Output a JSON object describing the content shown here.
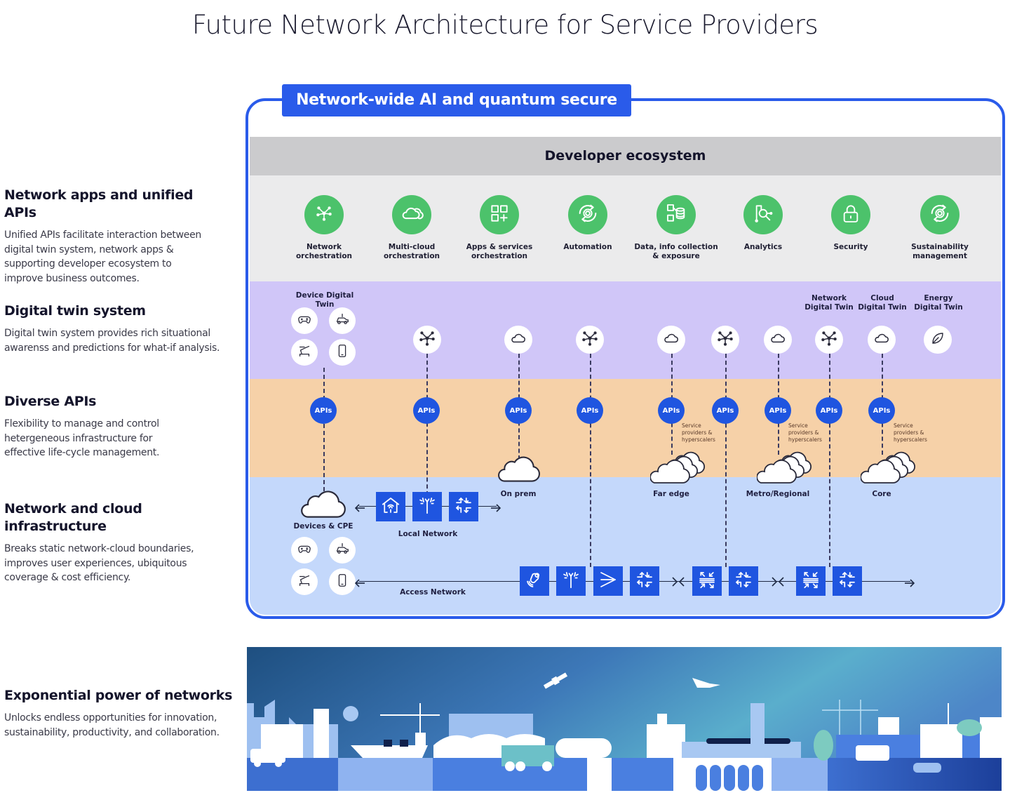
{
  "title": "Future Network Architecture for Service Providers",
  "sidebar": [
    {
      "heading": "Network apps and unified APIs",
      "body": [
        "Unified APIs facilitate interaction between",
        "digital twin system, network apps &",
        "supporting developer ecosystem to",
        "improve business outcomes."
      ]
    },
    {
      "heading": "Digital twin system",
      "body": [
        "Digital twin system provides rich situational",
        "awarenss and predictions for what-if analysis."
      ]
    },
    {
      "heading": "Diverse APIs",
      "body": [
        "Flexibility to manage and control",
        "hetergeneous infrastructure for",
        "effective life-cycle management."
      ]
    },
    {
      "heading": "Network and cloud",
      "heading2": "infrastructure",
      "body": [
        "Breaks static network-cloud boundaries,",
        "improves user experiences, ubiquitous",
        "coverage & cost efficiency."
      ]
    },
    {
      "heading": "Exponential power of networks",
      "body": [
        "Unlocks endless opportunities for innovation,",
        "sustainability, productivity, and collaboration."
      ]
    }
  ],
  "banner": "Network-wide AI and quantum secure",
  "developer_ecosystem": "Developer ecosystem",
  "apps": [
    {
      "icon": "network-star-icon",
      "line1": "Network",
      "line2": "orchestration"
    },
    {
      "icon": "multi-cloud-icon",
      "line1": "Multi-cloud",
      "line2": "orchestration"
    },
    {
      "icon": "apps-grid-icon",
      "line1": "Apps & services",
      "line2": "orchestration"
    },
    {
      "icon": "automation-gear-icon",
      "line1": "Automation",
      "line2": ""
    },
    {
      "icon": "data-database-icon",
      "line1": "Data, info collection",
      "line2": "& exposure"
    },
    {
      "icon": "analytics-magnifier-icon",
      "line1": "Analytics",
      "line2": ""
    },
    {
      "icon": "lock-icon",
      "line1": "Security",
      "line2": ""
    },
    {
      "icon": "sustainability-gear-icon",
      "line1": "Sustainability",
      "line2": "management"
    }
  ],
  "twins": {
    "device_label": "Device Digital Twin",
    "network_label": [
      "Network",
      "Digital Twin"
    ],
    "cloud_label": [
      "Cloud",
      "Digital Twin"
    ],
    "energy_label": [
      "Energy",
      "Digital Twin"
    ],
    "device_icons": [
      "gamepad-icon",
      "car-icon",
      "robot-arm-icon",
      "phone-icon"
    ],
    "nodes": [
      "network-star-icon",
      "cloud-icon",
      "network-star-icon",
      "cloud-icon",
      "network-star-icon",
      "cloud-icon",
      "network-star-icon",
      "cloud-icon",
      "leaf-icon"
    ]
  },
  "apis": {
    "label": "APIs",
    "service_note": [
      "Service",
      "providers &",
      "hyperscalers"
    ]
  },
  "infra": {
    "on_prem": "On prem",
    "far_edge": "Far edge",
    "metro": "Metro/Regional",
    "core": "Core",
    "devices_cpe": "Devices & CPE",
    "local_network": "Local Network",
    "access_network": "Access Network"
  },
  "colors": {
    "brand_blue": "#2a5bea",
    "app_green": "#4cc26b",
    "twin_purple": "#d0c6f8",
    "api_orange": "#f6d1a8",
    "infra_blue": "#c4d8fb"
  }
}
